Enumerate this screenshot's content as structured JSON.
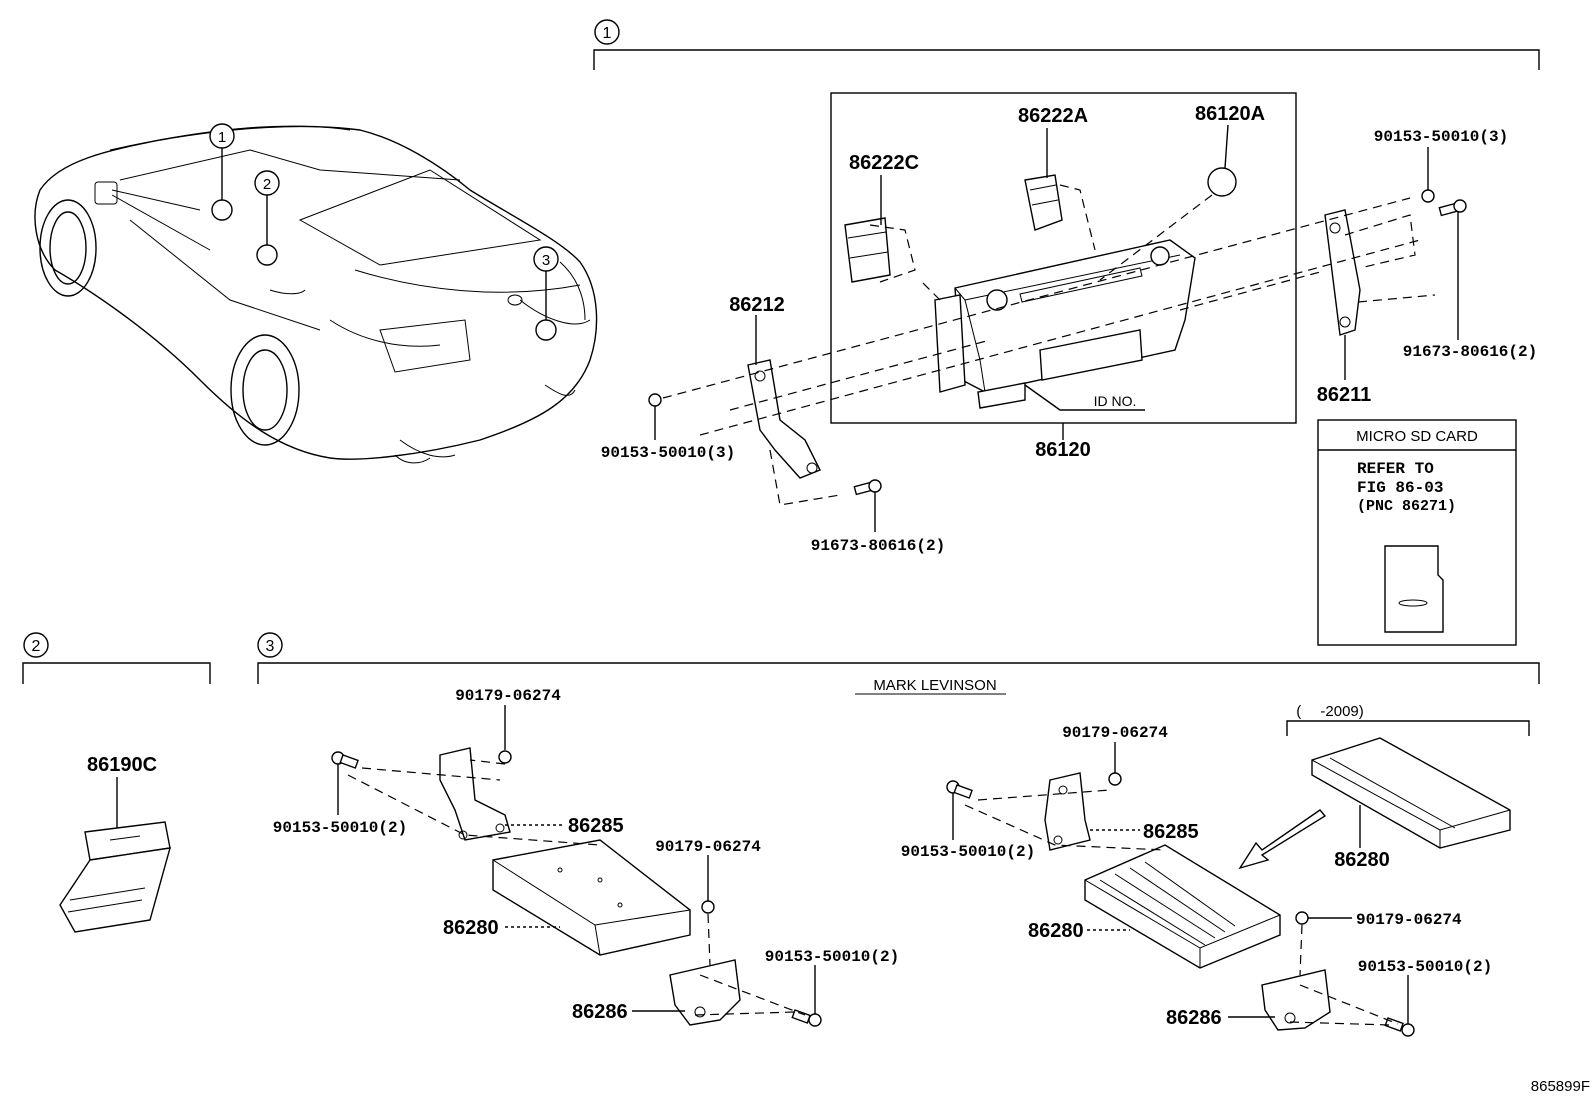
{
  "sections": {
    "s1": "1",
    "s2": "2",
    "s3": "3"
  },
  "car_callouts": [
    "1",
    "2",
    "3"
  ],
  "group1": {
    "p86222A": "86222A",
    "p86120A": "86120A",
    "p86222C": "86222C",
    "p86212": "86212",
    "p86120": "86120",
    "p86211": "86211",
    "id_no": "ID NO.",
    "bolt_left": "90153-50010(3)",
    "bolt_right": "90153-50010(3)",
    "screw_left": "91673-80616(2)",
    "screw_right": "91673-80616(2)"
  },
  "micro_sd": {
    "title": "MICRO SD CARD",
    "line1": "REFER TO",
    "line2": "FIG 86-03",
    "line3": "(PNC 86271)"
  },
  "group2": {
    "p86190C": "86190C"
  },
  "group3": {
    "mark_levinson": "MARK LEVINSON",
    "left": {
      "nut_top": "90179-06274",
      "bolt_top": "90153-50010(2)",
      "p86285": "86285",
      "nut_mid": "90179-06274",
      "p86280": "86280",
      "bolt_bottom": "90153-50010(2)",
      "p86286": "86286"
    },
    "right": {
      "period": "(　 -2009)",
      "nut_top": "90179-06274",
      "bolt_top": "90153-50010(2)",
      "p86285": "86285",
      "p86280": "86280",
      "p86280_alt": "86280",
      "nut_mid": "90179-06274",
      "bolt_bottom": "90153-50010(2)",
      "p86286": "86286"
    }
  },
  "figure_code": "865899F"
}
